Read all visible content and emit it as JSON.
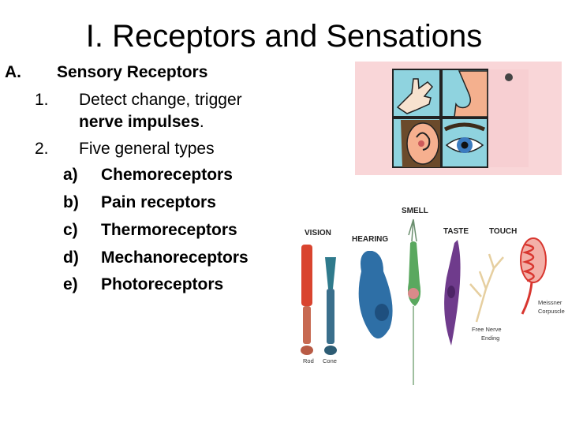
{
  "title": "I. Receptors and Sensations",
  "outline": {
    "a_marker": "A.",
    "a_text": "Sensory Receptors",
    "i1_marker": "1.",
    "i1_line1": "Detect change, trigger",
    "i1_line2_bold": "nerve impulses",
    "i1_line2_tail": ".",
    "i2_marker": "2.",
    "i2_text": "Five general types",
    "types": [
      {
        "marker": "a)",
        "label": "Chemoreceptors"
      },
      {
        "marker": "b)",
        "label": "Pain receptors"
      },
      {
        "marker": "c)",
        "label": "Thermoreceptors"
      },
      {
        "marker": "d)",
        "label": "Mechanoreceptors"
      },
      {
        "marker": "e)",
        "label": "Photoreceptors"
      }
    ]
  },
  "figure": {
    "labels": {
      "vision": "VISION",
      "hearing": "HEARING",
      "smell": "SMELL",
      "taste": "TASTE",
      "touch": "TOUCH",
      "rod": "Rod",
      "cone": "Cone",
      "free_nerve_1": "Free Nerve",
      "free_nerve_2": "Ending",
      "meissner_1": "Meissner",
      "meissner_2": "Corpuscle"
    }
  },
  "colors": {
    "panel_bg": "#f9d6d8",
    "tile_bg": "#8fd3df",
    "rod": "#d9442f",
    "cone": "#3a6f8c",
    "hearing": "#2e6fa6",
    "smell": "#5aa85f",
    "taste": "#6f3b8c",
    "meissner": "#d8362f"
  }
}
